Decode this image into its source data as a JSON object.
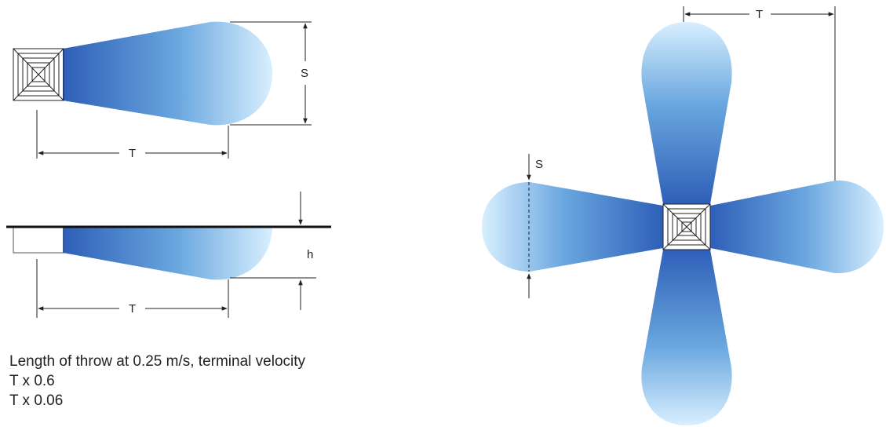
{
  "labels": {
    "spread": "S",
    "throw": "T",
    "height": "h"
  },
  "legend": {
    "line1": "Length of throw at 0.25 m/s, terminal velocity",
    "line2": "T x 0.6",
    "line3": "T x 0.06"
  },
  "colors": {
    "plume_dark": "#2e5fb8",
    "plume_light": "#d8efff",
    "line": "#222222"
  }
}
